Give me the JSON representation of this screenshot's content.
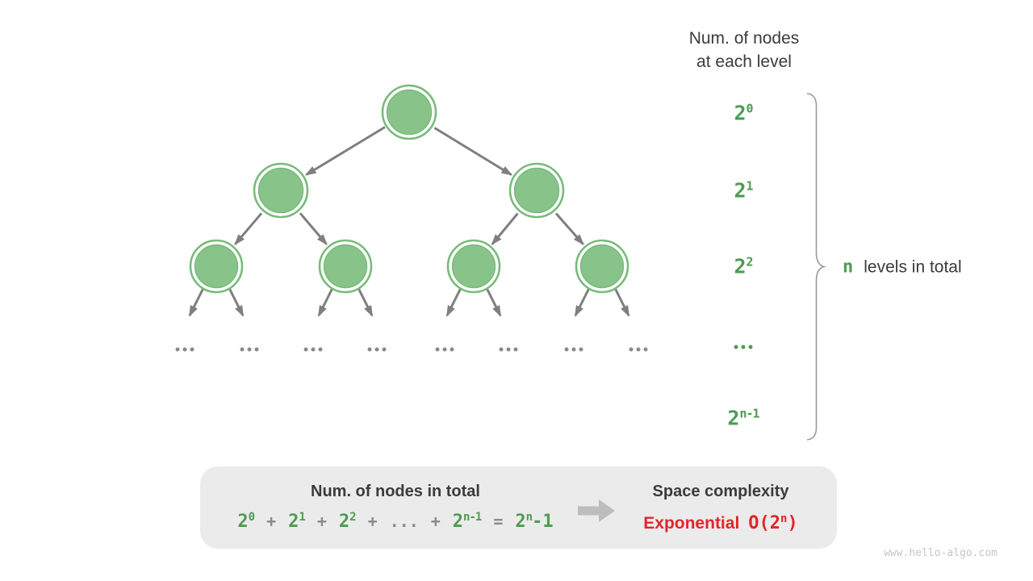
{
  "header": {
    "line1": "Num. of nodes",
    "line2": "at each level"
  },
  "level_labels": [
    {
      "base": "2",
      "sup": "0"
    },
    {
      "base": "2",
      "sup": "1"
    },
    {
      "base": "2",
      "sup": "2"
    },
    {
      "ellipsis": true
    },
    {
      "base": "2",
      "sup": "n-1"
    }
  ],
  "brace_note": {
    "highlight": "n",
    "rest": "levels in total"
  },
  "tree": {
    "depicted_levels": 3,
    "leaf_ellipsis_groups": 8,
    "ellipsis": "..."
  },
  "summary": {
    "left_title": "Num. of nodes in total",
    "formula": [
      {
        "base": "2",
        "sup": "0",
        "color": "green"
      },
      {
        "base": "+",
        "color": "gray"
      },
      {
        "base": "2",
        "sup": "1",
        "color": "green"
      },
      {
        "base": "+",
        "color": "gray"
      },
      {
        "base": "2",
        "sup": "2",
        "color": "green"
      },
      {
        "base": "+",
        "color": "gray"
      },
      {
        "base": "...",
        "color": "gray"
      },
      {
        "base": "+",
        "color": "gray"
      },
      {
        "base": "2",
        "sup": "n-1",
        "color": "green"
      },
      {
        "base": "=",
        "color": "gray"
      },
      {
        "base": "2",
        "sup": "n",
        "tail": "-1",
        "color": "green"
      }
    ],
    "right_title": "Space complexity",
    "complexity_word": "Exponential",
    "complexity_notation": {
      "base": "O(2",
      "sup": "n",
      "close": ")"
    }
  },
  "watermark": "www.hello-algo.com",
  "colors": {
    "node_fill": "#88c389",
    "node_ring": "#7aba7b",
    "green_text": "#4d9c51",
    "gray": "#7f7f7f",
    "dark": "#3b3b3b",
    "red": "#e2252b",
    "box_bg": "#ebebeb",
    "arrow_light": "#bdbdbd",
    "watermark": "#c5c5c5"
  }
}
